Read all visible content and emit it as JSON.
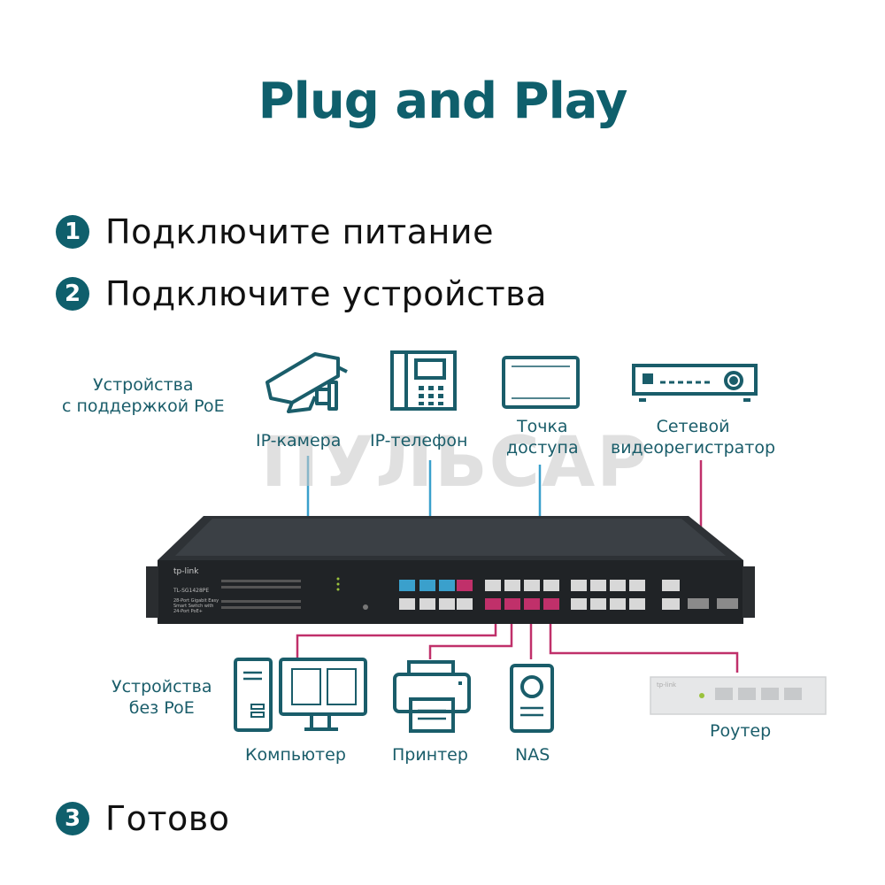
{
  "title": "Plug and Play",
  "steps": [
    {
      "num": "1",
      "text": "Подключите питание"
    },
    {
      "num": "2",
      "text": "Подключите устройства"
    },
    {
      "num": "3",
      "text": "Готово"
    }
  ],
  "poe_group_label": "Устройства\nс поддержкой PoE",
  "nonpoe_group_label": "Устройства\nбез PoE",
  "devices_top": {
    "camera": "IP-камера",
    "phone": "IP-телефон",
    "ap": "Точка\nдоступа",
    "nvr": "Сетевой\nвидеорегистратор"
  },
  "devices_bottom": {
    "computer": "Компьютер",
    "printer": "Принтер",
    "nas": "NAS",
    "router": "Роутер"
  },
  "switch": {
    "brand": "tp-link",
    "model": "TL-SG1428PE",
    "desc": "28-Port Gigabit Easy\nSmart Switch with\n24-Port PoE+"
  },
  "router_brand": "tp-link",
  "watermark": "ПУЛЬСАР",
  "colors": {
    "accent": "#0f5f6c",
    "poe_line": "#3aa0cc",
    "nonpoe_line": "#c0306a",
    "icon": "#1a5d6a"
  }
}
